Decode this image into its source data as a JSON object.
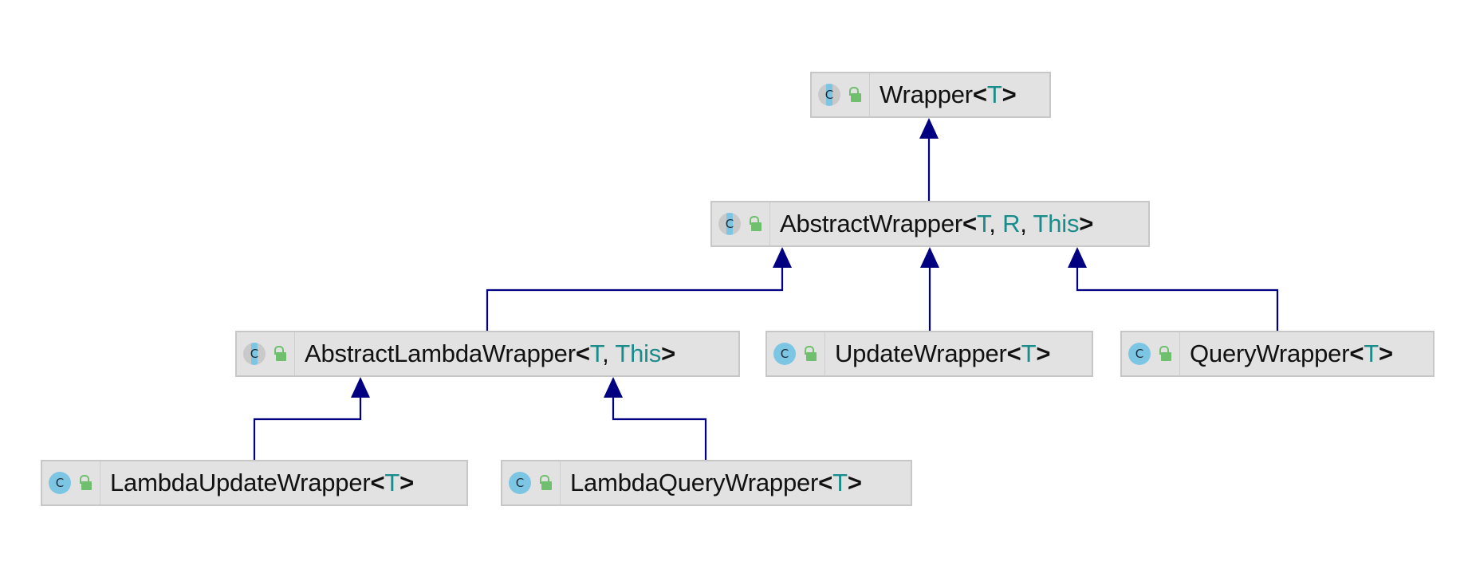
{
  "diagram": {
    "edge_color": "#000080",
    "node_fill": "#e2e2e2",
    "type_param_color": "#1a8c8c",
    "nodes": {
      "wrapper": {
        "name": "Wrapper",
        "params": [
          "T"
        ],
        "kind": "abstract-class"
      },
      "abstract_wrapper": {
        "name": "AbstractWrapper",
        "params": [
          "T",
          "R",
          "This"
        ],
        "kind": "abstract-class"
      },
      "abstract_lambda_wrapper": {
        "name": "AbstractLambdaWrapper",
        "params": [
          "T",
          "This"
        ],
        "kind": "abstract-class"
      },
      "update_wrapper": {
        "name": "UpdateWrapper",
        "params": [
          "T"
        ],
        "kind": "class"
      },
      "query_wrapper": {
        "name": "QueryWrapper",
        "params": [
          "T"
        ],
        "kind": "class"
      },
      "lambda_update_wrapper": {
        "name": "LambdaUpdateWrapper",
        "params": [
          "T"
        ],
        "kind": "class"
      },
      "lambda_query_wrapper": {
        "name": "LambdaQueryWrapper",
        "params": [
          "T"
        ],
        "kind": "class"
      }
    },
    "edges": [
      {
        "from": "abstract_wrapper",
        "to": "wrapper",
        "relation": "extends"
      },
      {
        "from": "abstract_lambda_wrapper",
        "to": "abstract_wrapper",
        "relation": "extends"
      },
      {
        "from": "update_wrapper",
        "to": "abstract_wrapper",
        "relation": "extends"
      },
      {
        "from": "query_wrapper",
        "to": "abstract_wrapper",
        "relation": "extends"
      },
      {
        "from": "lambda_update_wrapper",
        "to": "abstract_lambda_wrapper",
        "relation": "extends"
      },
      {
        "from": "lambda_query_wrapper",
        "to": "abstract_lambda_wrapper",
        "relation": "extends"
      }
    ],
    "icons": {
      "class": "class-icon",
      "abstract": "abstract-class-icon",
      "visibility": "public-lock-icon",
      "icon_letter": "C"
    }
  }
}
